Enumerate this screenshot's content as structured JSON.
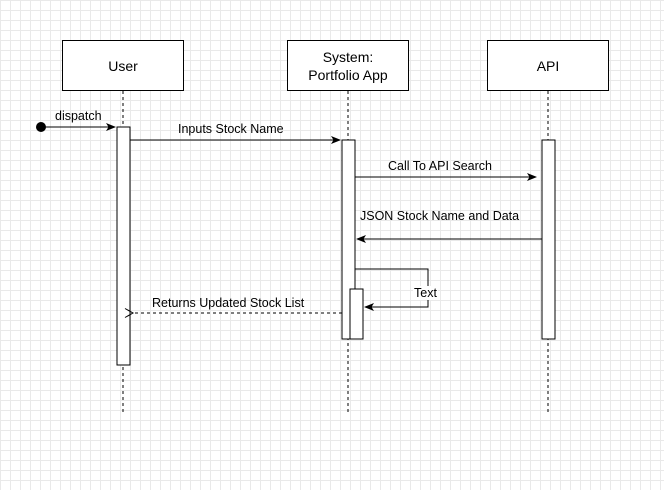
{
  "participants": [
    {
      "id": "user",
      "lines": [
        "User"
      ]
    },
    {
      "id": "system",
      "lines": [
        "System:",
        "Portfolio App"
      ]
    },
    {
      "id": "api",
      "lines": [
        "API"
      ]
    }
  ],
  "messages": {
    "found": "dispatch",
    "inputs": "Inputs Stock Name",
    "call_api": "Call To API Search",
    "json_response": "JSON Stock Name and Data",
    "self_call": "Text",
    "return": "Returns Updated Stock List"
  }
}
